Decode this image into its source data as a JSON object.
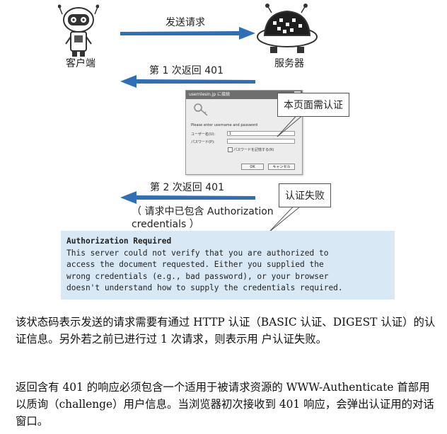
{
  "diagram": {
    "client_label": "客户端",
    "server_label": "服务器",
    "send_request_label": "发送请求",
    "first_return_label": "第 1 次返回 401",
    "second_return_label": "第 2 次返回 401",
    "second_note_line1": "（ 请求中已包含 Authorization",
    "second_note_line2": "credentials ）",
    "callout_page_auth": "本页面需认证",
    "callout_auth_fail": "认证失败",
    "colors": {
      "arrow": "#2e6fb7",
      "codebox": "#d8e9f5"
    }
  },
  "dialog": {
    "title": "usernlesin.jp に接続",
    "close_label": "×",
    "message": "Please enter username and password",
    "username_label": "ユーザー名(U):",
    "username_value": "1",
    "password_label": "パスワード(P):",
    "remember_label": "パスワードを記憶する(R)",
    "ok_label": "OK",
    "cancel_label": "キャンセル"
  },
  "code": {
    "heading": "Authorization Required",
    "lines": [
      "This server could not verify that you are authorized to",
      "access the document requested. Either you supplied the",
      "wrong credentials (e.g., bad password), or your browser",
      "doesn't understand how to supply the credentials required."
    ]
  },
  "text": {
    "para1": "该状态码表示发送的请求需要有通过 HTTP 认证（BASIC 认证、DIGEST 认证）的认证信息。另外若之前已进行过 1 次请求，则表示用 户认证失败。",
    "para2": "返回含有 401 的响应必须包含一个适用于被请求资源的 WWW-Authenticate 首部用以质询（challenge）用户信息。当浏览器初次接收到 401 响应，会弹出认证用的对话窗口。"
  }
}
